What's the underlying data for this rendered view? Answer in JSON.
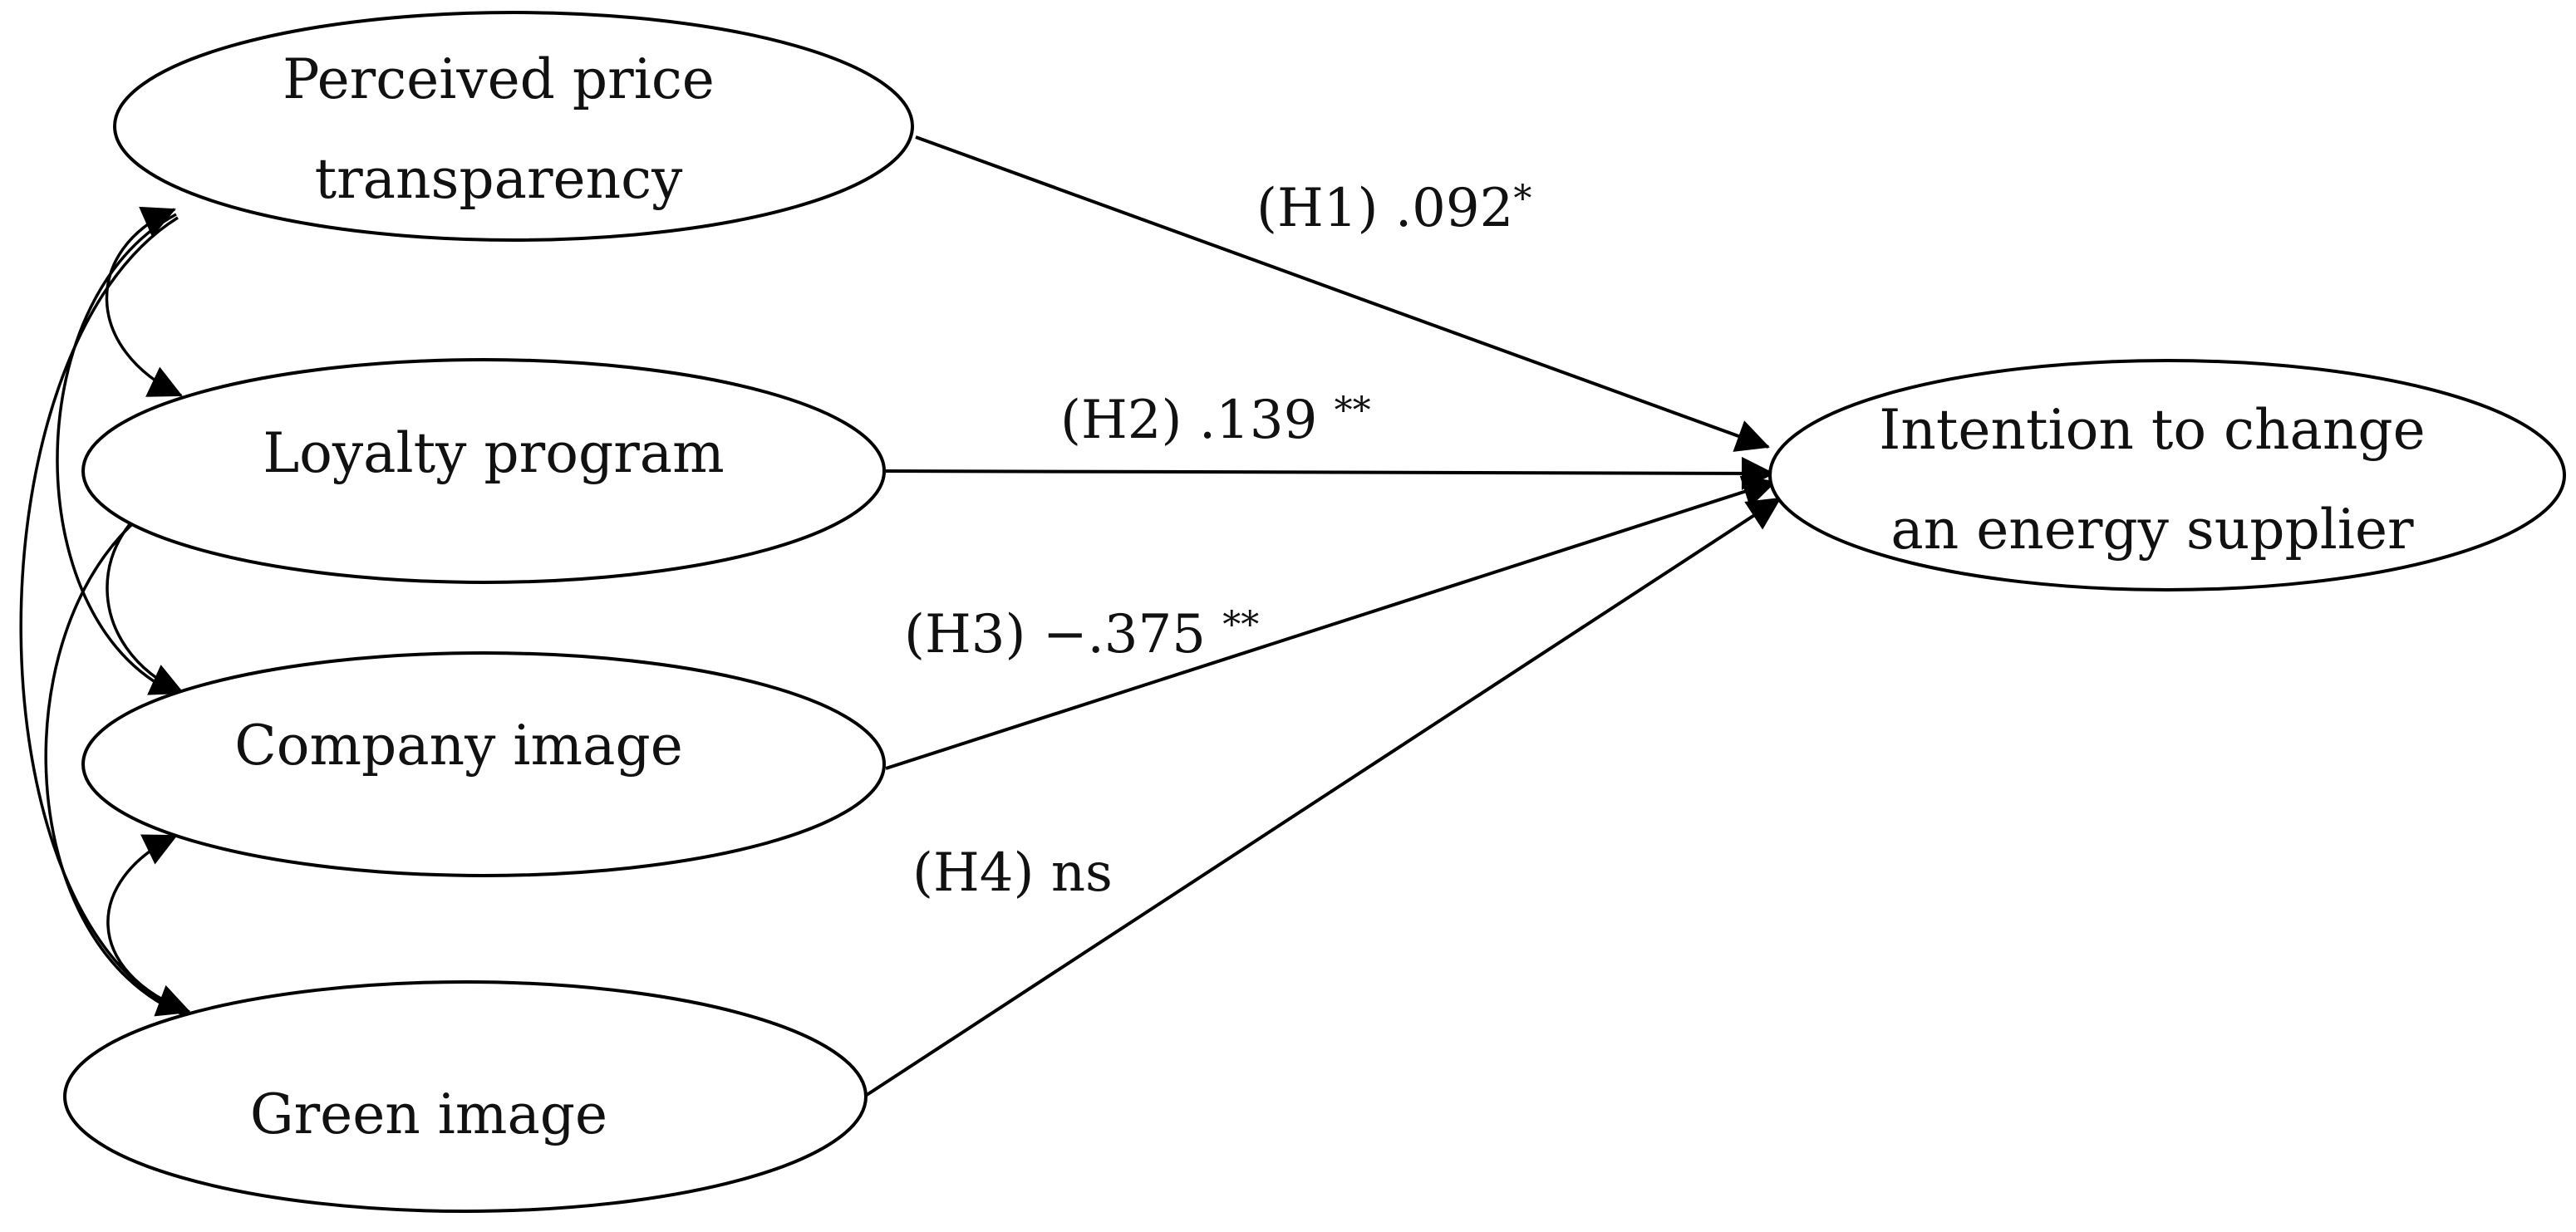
{
  "nodes": {
    "price_transparency": {
      "lines": [
        "Perceived price",
        "transparency"
      ]
    },
    "loyalty_program": {
      "lines": [
        "Loyalty program"
      ]
    },
    "company_image": {
      "lines": [
        "Company image"
      ]
    },
    "green_image": {
      "lines": [
        "Green image"
      ]
    },
    "intention": {
      "lines": [
        "Intention to change",
        "an energy supplier"
      ]
    }
  },
  "paths": {
    "h1": {
      "hypothesis": "(H1)",
      "coef": ".092",
      "sig": "*"
    },
    "h2": {
      "hypothesis": "(H2)",
      "coef": ".139",
      "sig": "**"
    },
    "h3": {
      "hypothesis": "(H3)",
      "coef": "−.375",
      "sig": "**"
    },
    "h4": {
      "hypothesis": "(H4)",
      "coef": "ns",
      "sig": ""
    }
  },
  "colors": {
    "stroke": "#000000",
    "background": "#ffffff",
    "text": "#111111"
  }
}
